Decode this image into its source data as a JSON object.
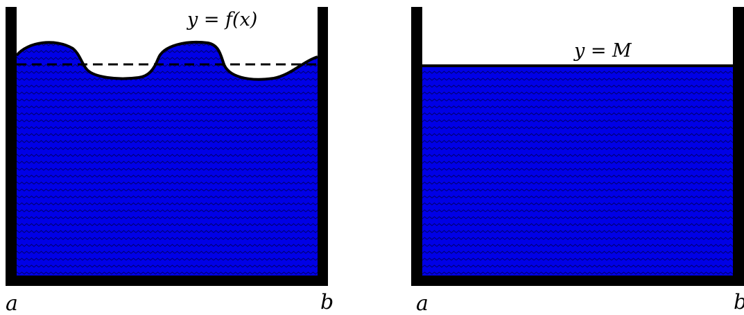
{
  "colors": {
    "water": "#0000e6",
    "wall": "#000000",
    "background": "#ffffff"
  },
  "left_tank": {
    "curve_label": "y = f(x)",
    "endpoint_left": "a",
    "endpoint_right": "b"
  },
  "right_tank": {
    "level_label": "y = M",
    "endpoint_left": "a",
    "endpoint_right": "b"
  }
}
